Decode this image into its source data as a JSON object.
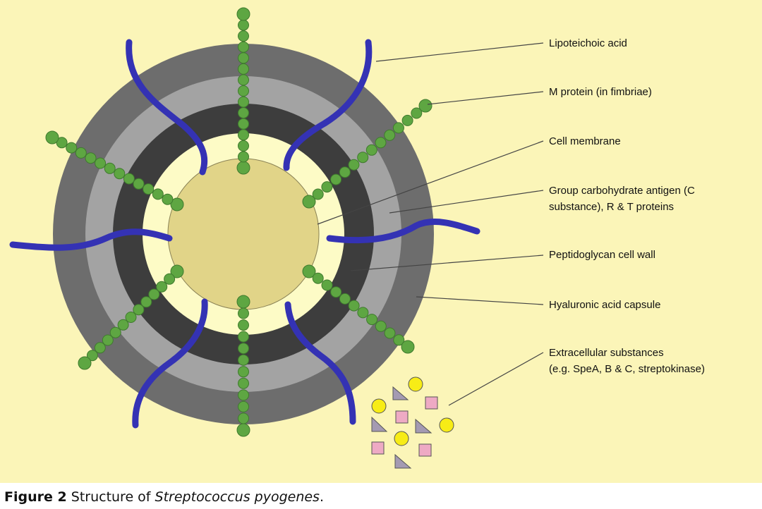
{
  "diagram": {
    "labels": {
      "lipoteichoic_acid": "Lipoteichoic acid",
      "m_protein": "M protein (in fimbriae)",
      "cell_membrane": "Cell membrane",
      "group_carbohydrate_line1": "Group carbohydrate antigen (C",
      "group_carbohydrate_line2": "substance), R & T proteins",
      "peptidoglycan": "Peptidoglycan cell wall",
      "hyaluronic_capsule": "Hyaluronic acid capsule",
      "extracellular_line1": "Extracellular substances",
      "extracellular_line2": "(e.g. SpeA, B & C, streptokinase)"
    },
    "colors": {
      "background": "#fbf5b8",
      "capsule": "#6d6d6d",
      "carbohydrate_layer": "#a3a3a3",
      "peptidoglycan": "#3d3d3d",
      "membrane_space": "#fdfbc6",
      "cytoplasm": "#e1d488",
      "lipoteichoic": "#3432b4",
      "m_protein": "#5ea642",
      "circle_substance": "#f7ec16",
      "square_substance": "#eeaac4",
      "triangle_substance": "#a49ab2"
    }
  },
  "caption": {
    "label": "Figure 2",
    "text_before": " Structure of ",
    "species": "Streptococcus pyogenes",
    "text_after": "."
  }
}
